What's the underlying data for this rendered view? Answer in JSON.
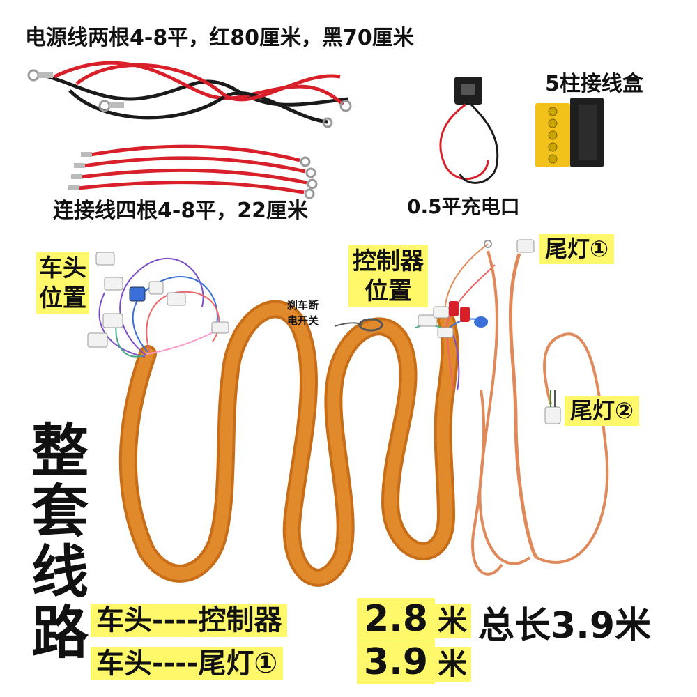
{
  "labels": {
    "power_wire": "电源线两根4-8平，红80厘米，黑70厘米",
    "connect_wire": "连接线四根4-8平，22厘米",
    "charge_port": "0.5平充电口",
    "junction_box": "5柱接线盒",
    "head_position_1": "车头",
    "head_position_2": "位置",
    "controller_position_1": "控制器",
    "controller_position_2": "位置",
    "brake_switch_1": "刹车断",
    "brake_switch_2": "电开关",
    "tail_light_1": "尾灯①",
    "tail_light_2": "尾灯②",
    "full_set": [
      "整",
      "套",
      "线",
      "路"
    ],
    "route_head_controller": "车头----控制器",
    "route_head_tail": "车头----尾灯①",
    "length_head_controller": "2.8",
    "length_head_tail": "3.9",
    "unit_meter": "米",
    "total_length": "总长3.9米"
  },
  "colors": {
    "highlight": "#fff86a",
    "conduit_orange": "#e08a2c",
    "wire_red": "#d8202a",
    "wire_black": "#1a1a1a",
    "tail_wire_orange": "#e0895a",
    "terminal_box_yellow": "#f2c21b"
  }
}
